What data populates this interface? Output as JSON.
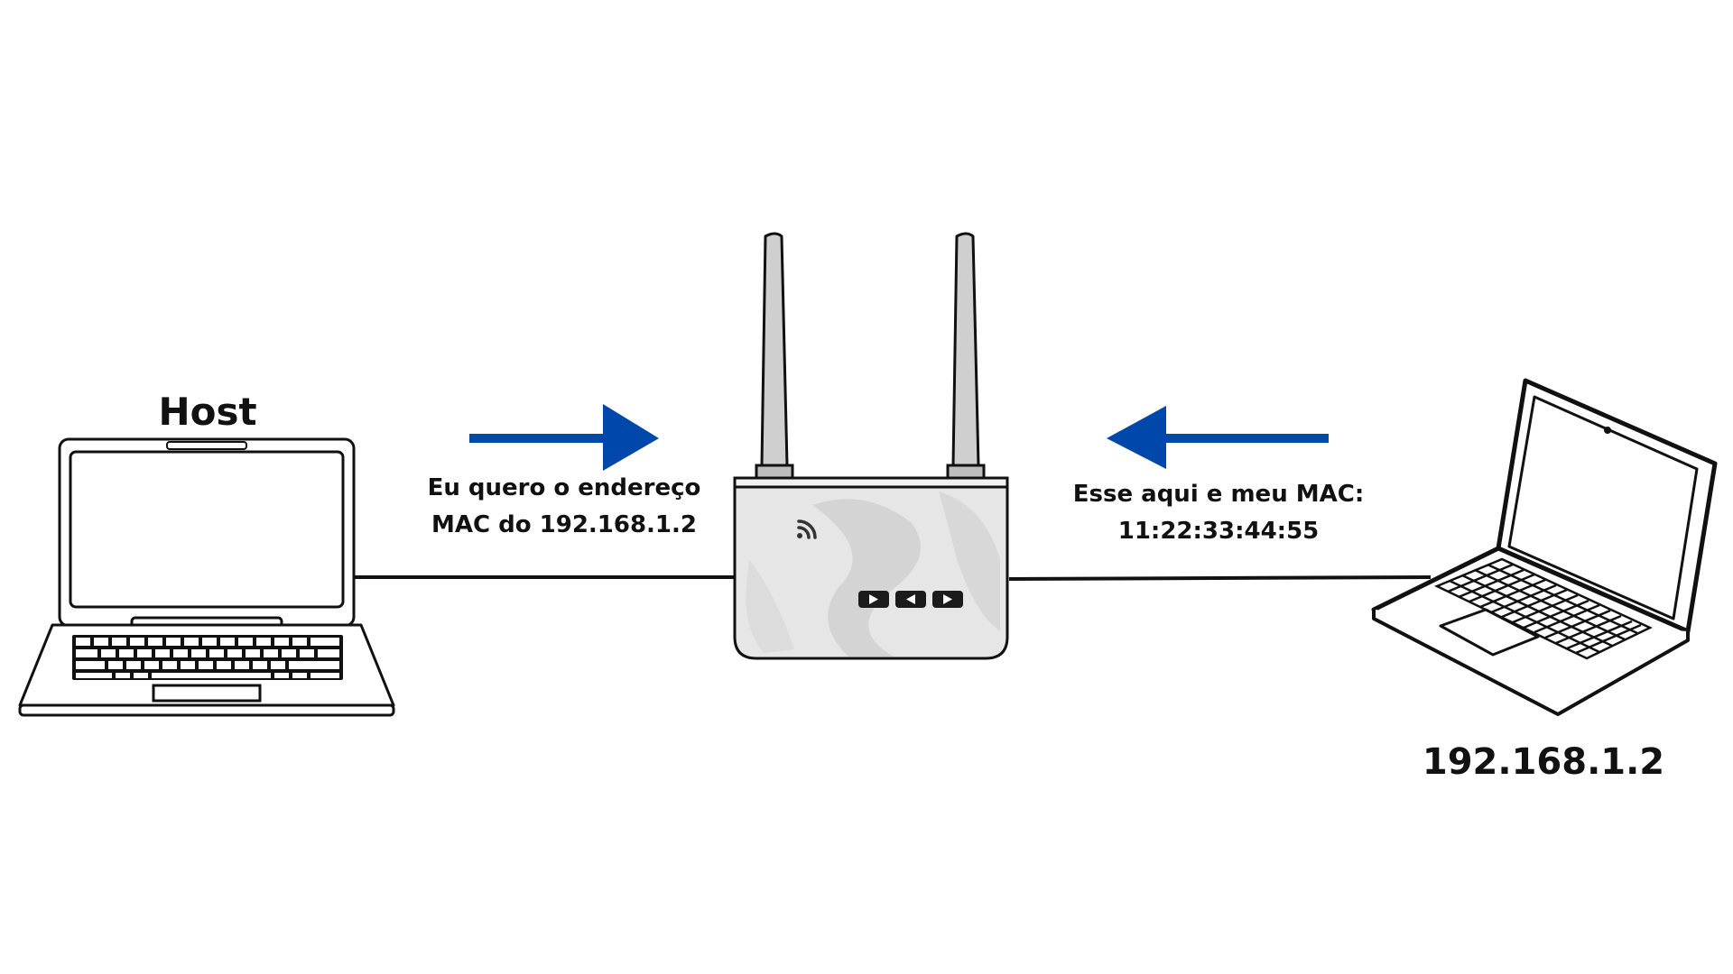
{
  "diagram": {
    "host_label": "Host",
    "target_ip": "192.168.1.2",
    "request_message": {
      "line1": "Eu quero o endereço",
      "line2": "MAC do 192.168.1.2"
    },
    "reply_message": {
      "line1": "Esse aqui e meu MAC:",
      "line2": "11:22:33:44:55"
    }
  },
  "colors": {
    "arrow": "#0047AB",
    "line": "#111111",
    "router_body": "#e6e6e6",
    "router_shade": "#d0d0d0",
    "antenna": "#cfcfcf"
  },
  "icons": {
    "host": "laptop-icon",
    "router": "wifi-router-icon",
    "target": "laptop-icon",
    "request_arrow": "arrow-right-icon",
    "reply_arrow": "arrow-left-icon"
  }
}
